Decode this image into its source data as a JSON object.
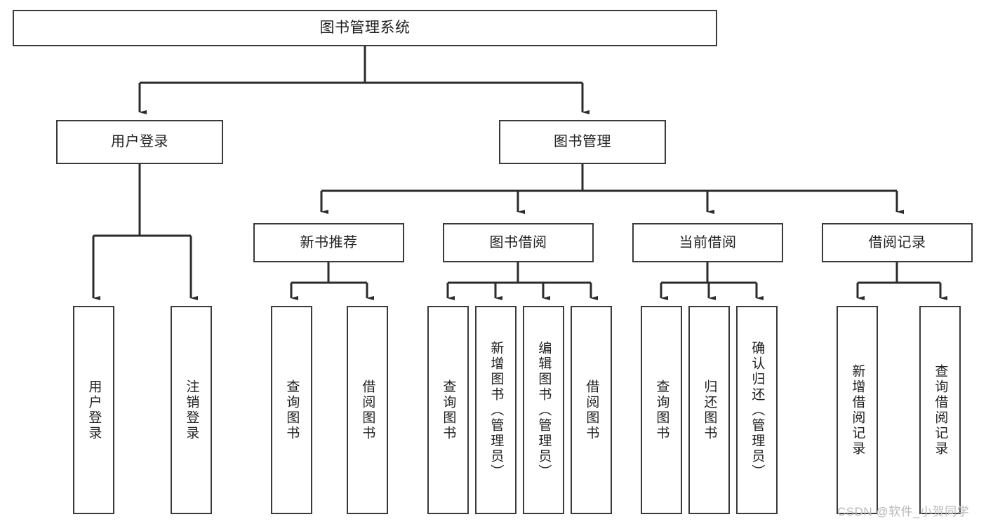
{
  "diagram": {
    "type": "tree",
    "title": "图书管理系统",
    "style": {
      "box_border": "#3a3a3a",
      "box_fill": "#ffffff",
      "line": "#2b2b2b",
      "text": "#1f1f1f",
      "background": "#ffffff"
    },
    "nodes": {
      "root": "图书管理系统",
      "user_login": "用户登录",
      "book_mgmt": "图书管理",
      "new_book_rec": "新书推荐",
      "book_borrow": "图书借阅",
      "current_borrow": "当前借阅",
      "borrow_record": "借阅记录",
      "leaf_user_login": "用户登录",
      "leaf_logout": "注销登录",
      "leaf_query_book_1": "查询图书",
      "leaf_borrow_book_1": "借阅图书",
      "leaf_query_book_2": "查询图书",
      "leaf_add_book_admin": "新增图书（管理员）",
      "leaf_edit_book_admin": "编辑图书（管理员）",
      "leaf_borrow_book_2": "借阅图书",
      "leaf_query_book_3": "查询图书",
      "leaf_return_book": "归还图书",
      "leaf_confirm_return_admin": "确认归还（管理员）",
      "leaf_add_borrow_record": "新增借阅记录",
      "leaf_query_borrow_record": "查询借阅记录"
    },
    "edges": [
      {
        "from": "root",
        "to": "user_login"
      },
      {
        "from": "root",
        "to": "book_mgmt"
      },
      {
        "from": "user_login",
        "to": "leaf_user_login"
      },
      {
        "from": "user_login",
        "to": "leaf_logout"
      },
      {
        "from": "book_mgmt",
        "to": "new_book_rec"
      },
      {
        "from": "book_mgmt",
        "to": "book_borrow"
      },
      {
        "from": "book_mgmt",
        "to": "current_borrow"
      },
      {
        "from": "book_mgmt",
        "to": "borrow_record"
      },
      {
        "from": "new_book_rec",
        "to": "leaf_query_book_1"
      },
      {
        "from": "new_book_rec",
        "to": "leaf_borrow_book_1"
      },
      {
        "from": "book_borrow",
        "to": "leaf_query_book_2"
      },
      {
        "from": "book_borrow",
        "to": "leaf_add_book_admin"
      },
      {
        "from": "book_borrow",
        "to": "leaf_edit_book_admin"
      },
      {
        "from": "book_borrow",
        "to": "leaf_borrow_book_2"
      },
      {
        "from": "current_borrow",
        "to": "leaf_query_book_3"
      },
      {
        "from": "current_borrow",
        "to": "leaf_return_book"
      },
      {
        "from": "current_borrow",
        "to": "leaf_confirm_return_admin"
      },
      {
        "from": "borrow_record",
        "to": "leaf_add_borrow_record"
      },
      {
        "from": "borrow_record",
        "to": "leaf_query_borrow_record"
      }
    ]
  },
  "watermark": {
    "text": "CSDN @软件_小贺同学",
    "color": "#b9b9b9"
  }
}
